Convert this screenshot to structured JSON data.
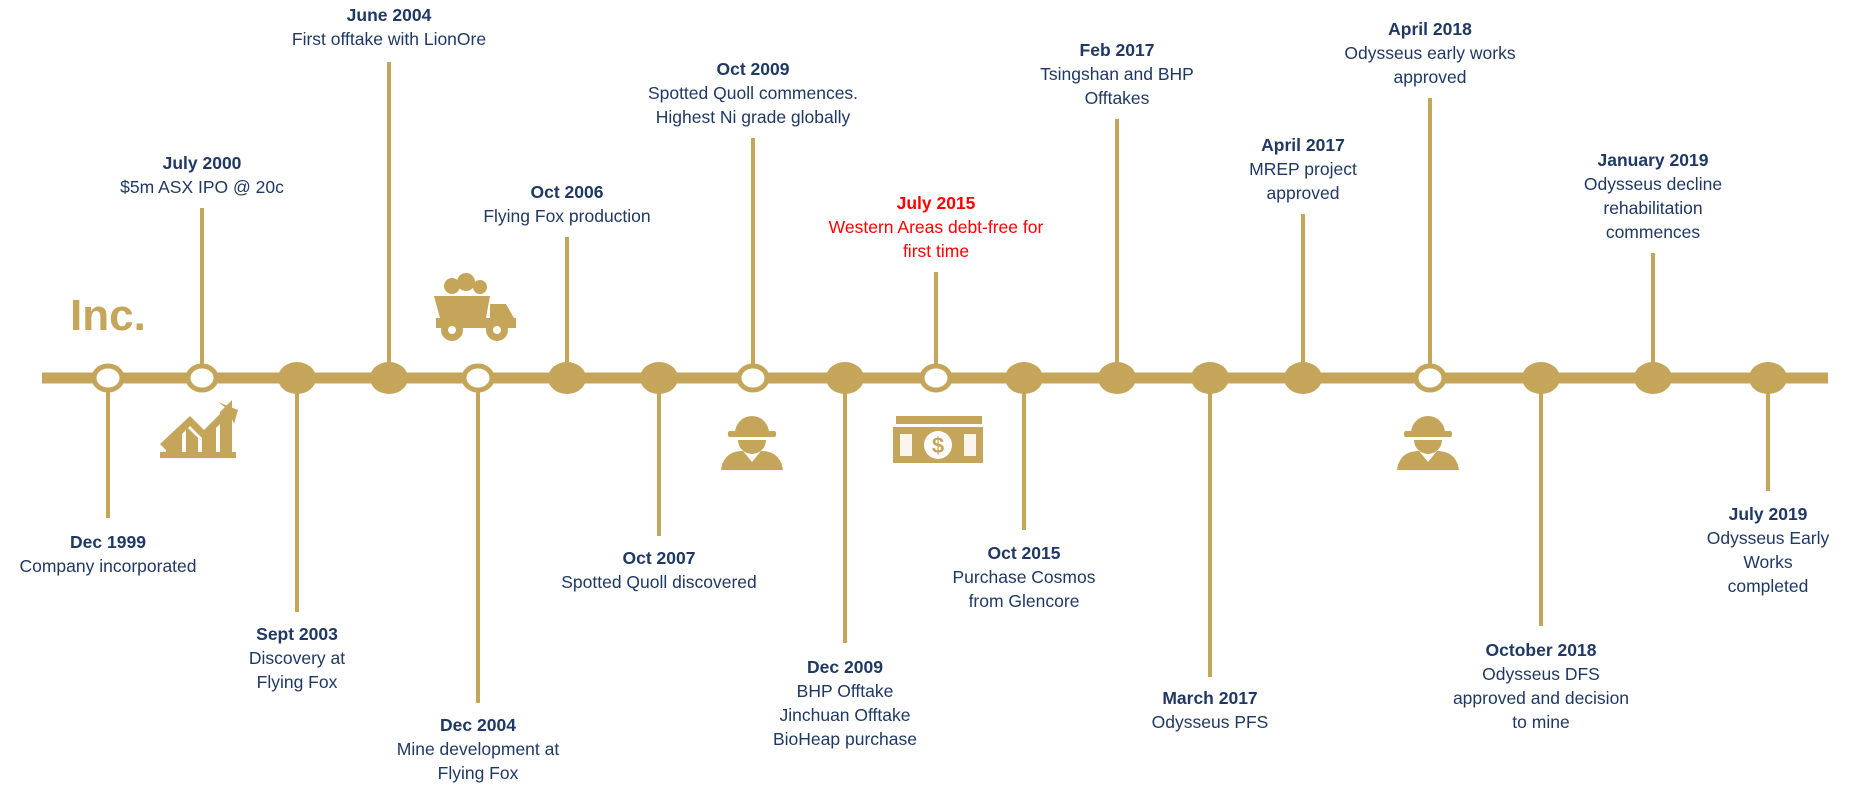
{
  "colors": {
    "gold": "#c5a55a",
    "navy": "#1f3864",
    "highlight": "#ff0000",
    "background": "#ffffff"
  },
  "icons": [
    "incorporation-inc-icon",
    "growth-chart-icon",
    "dump-truck-icon",
    "miner-worker-icon",
    "money-banknote-icon",
    "miner-worker-icon"
  ],
  "icon_text": {
    "inc": "Inc.",
    "dollar": "$"
  },
  "events": [
    {
      "date": "Dec 1999",
      "desc": "Company incorporated",
      "side": "below",
      "marker": "hollow"
    },
    {
      "date": "July 2000",
      "desc": "$5m ASX IPO @ 20c",
      "side": "above",
      "marker": "hollow"
    },
    {
      "date": "Sept 2003",
      "desc": "Discovery at\nFlying Fox",
      "side": "below",
      "marker": "solid"
    },
    {
      "date": "June 2004",
      "desc": "First offtake with LionOre",
      "side": "above",
      "marker": "solid"
    },
    {
      "date": "Dec 2004",
      "desc": "Mine development at\nFlying Fox",
      "side": "below",
      "marker": "hollow"
    },
    {
      "date": "Oct 2006",
      "desc": "Flying Fox production",
      "side": "above",
      "marker": "solid"
    },
    {
      "date": "Oct 2007",
      "desc": "Spotted Quoll discovered",
      "side": "below",
      "marker": "solid"
    },
    {
      "date": "Oct 2009",
      "desc": "Spotted Quoll commences.\nHighest Ni grade globally",
      "side": "above",
      "marker": "hollow"
    },
    {
      "date": "Dec 2009",
      "desc": "BHP Offtake\nJinchuan Offtake\nBioHeap purchase",
      "side": "below",
      "marker": "solid"
    },
    {
      "date": "July 2015",
      "desc": "Western Areas debt-free for\nfirst time",
      "side": "above",
      "marker": "hollow",
      "highlight": true
    },
    {
      "date": "Oct 2015",
      "desc": "Purchase Cosmos\nfrom Glencore",
      "side": "below",
      "marker": "solid"
    },
    {
      "date": "Feb 2017",
      "desc": "Tsingshan and BHP\nOfftakes",
      "side": "above",
      "marker": "solid"
    },
    {
      "date": "March 2017",
      "desc": "Odysseus PFS",
      "side": "below",
      "marker": "solid"
    },
    {
      "date": "April 2017",
      "desc": "MREP project\napproved",
      "side": "above",
      "marker": "solid"
    },
    {
      "date": "April 2018",
      "desc": "Odysseus early works\napproved",
      "side": "above",
      "marker": "hollow"
    },
    {
      "date": "October 2018",
      "desc": "Odysseus DFS\napproved and decision\nto mine",
      "side": "below",
      "marker": "solid"
    },
    {
      "date": "January 2019",
      "desc": "Odysseus decline\nrehabilitation\ncommences",
      "side": "above",
      "marker": "solid"
    },
    {
      "date": "July 2019",
      "desc": "Odysseus Early\nWorks\ncompleted",
      "side": "below",
      "marker": "solid"
    }
  ]
}
